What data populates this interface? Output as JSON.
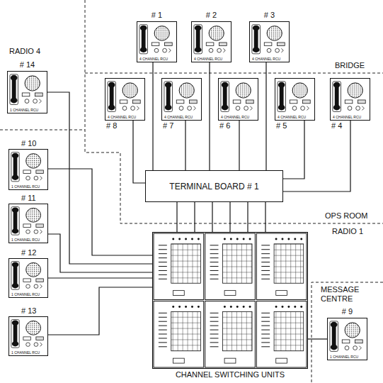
{
  "diagram": {
    "nodes": [
      {
        "text": [
          "# 1",
          "4 CHANNEL RCU"
        ]
      },
      {
        "text": [
          "# 2",
          "4 CHANNEL RCU"
        ]
      },
      {
        "text": [
          "# 3",
          "4 CHANNEL RCU"
        ]
      },
      {
        "text": [
          "# 14",
          "1 CHANNEL RCU"
        ]
      },
      {
        "text": [
          "# 8",
          "4 CHANNEL RCU"
        ]
      },
      {
        "text": [
          "# 7",
          "4 CHANNEL RCU"
        ]
      },
      {
        "text": [
          "# 6",
          "4 CHANNEL RCU"
        ]
      },
      {
        "text": [
          "# 5",
          "4 CHANNEL RCU"
        ]
      },
      {
        "text": [
          "# 4",
          "4 CHANNEL RCU"
        ]
      },
      {
        "text": [
          "# 10",
          "1 CHANNEL RCU"
        ]
      },
      {
        "text": [
          "TERMINAL BOARD # 1"
        ]
      },
      {
        "text": [
          "# 11",
          "1 CHANNEL RCU"
        ]
      },
      {
        "text": [
          "# 12",
          "1 CHANNEL RCU"
        ]
      },
      {
        "text": [
          "# 13",
          "1 CHANNEL RCU"
        ]
      },
      {
        "text": [
          "CHANNEL SWITCHING UNITS"
        ]
      },
      {
        "text": [
          "# 9",
          "1 CHANNEL RCU"
        ]
      }
    ],
    "edges": [
      {
        "from": 0,
        "to": 10,
        "arrow": "none"
      },
      {
        "from": 1,
        "to": 10,
        "arrow": "none"
      },
      {
        "from": 2,
        "to": 10,
        "arrow": "none"
      },
      {
        "from": 4,
        "to": 10,
        "arrow": "none"
      },
      {
        "from": 5,
        "to": 10,
        "arrow": "none"
      },
      {
        "from": 6,
        "to": 10,
        "arrow": "none"
      },
      {
        "from": 7,
        "to": 10,
        "arrow": "none"
      },
      {
        "from": 8,
        "to": 10,
        "arrow": "none"
      },
      {
        "from": 10,
        "to": 14,
        "arrow": "none"
      },
      {
        "from": 10,
        "to": 14,
        "arrow": "none"
      },
      {
        "from": 10,
        "to": 14,
        "arrow": "none"
      },
      {
        "from": 10,
        "to": 14,
        "arrow": "none"
      },
      {
        "from": 10,
        "to": 14,
        "arrow": "none"
      },
      {
        "from": 10,
        "to": 14,
        "arrow": "none"
      },
      {
        "from": 3,
        "to": 14,
        "arrow": "none"
      },
      {
        "from": 9,
        "to": 14,
        "arrow": "none"
      },
      {
        "from": 11,
        "to": 14,
        "arrow": "none"
      },
      {
        "from": 12,
        "to": 14,
        "arrow": "none"
      },
      {
        "from": 13,
        "to": 14,
        "arrow": "none"
      },
      {
        "from": 15,
        "to": 14,
        "arrow": "none"
      }
    ],
    "labels": [
      "RADIO 4",
      "BRIDGE",
      "OPS ROOM",
      "RADIO 1",
      "MESSAGE CENTRE"
    ]
  }
}
